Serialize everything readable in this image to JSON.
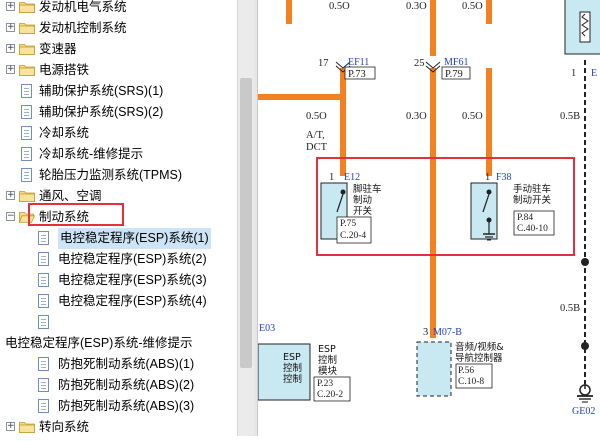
{
  "tree": {
    "items": [
      {
        "label": "发动机电气系统",
        "type": "folder"
      },
      {
        "label": "发动机控制系统",
        "type": "folder"
      },
      {
        "label": "变速器",
        "type": "folder"
      },
      {
        "label": "电源搭铁",
        "type": "folder"
      },
      {
        "label": "辅助保护系统(SRS)(1)",
        "type": "doc"
      },
      {
        "label": "辅助保护系统(SRS)(2)",
        "type": "doc"
      },
      {
        "label": "冷却系统",
        "type": "doc"
      },
      {
        "label": "冷却系统-维修提示",
        "type": "doc"
      },
      {
        "label": "轮胎压力监测系统(TPMS)",
        "type": "doc"
      },
      {
        "label": "通风、空调",
        "type": "folder"
      },
      {
        "label": "制动系统",
        "type": "folder-open"
      },
      {
        "label": "电控稳定程序(ESP)系统(1)",
        "type": "doc"
      },
      {
        "label": "电控稳定程序(ESP)系统(2)",
        "type": "doc"
      },
      {
        "label": "电控稳定程序(ESP)系统(3)",
        "type": "doc"
      },
      {
        "label": "电控稳定程序(ESP)系统(4)",
        "type": "doc"
      },
      {
        "label": "",
        "type": "doc"
      },
      {
        "label": "电控稳定程序(ESP)系统-维修提示",
        "type": "text"
      },
      {
        "label": "防抱死制动系统(ABS)(1)",
        "type": "doc"
      },
      {
        "label": "防抱死制动系统(ABS)(2)",
        "type": "doc"
      },
      {
        "label": "防抱死制动系统(ABS)(3)",
        "type": "doc"
      },
      {
        "label": "转向系统",
        "type": "folder"
      }
    ]
  },
  "diagram": {
    "wire_top_left": "0.5O",
    "wire_top_mid": "0.3O",
    "wire_top_right": "0.5O",
    "fuse_ef11_pin": "17",
    "fuse_ef11_id": "EF11",
    "fuse_ef11_page": "P.73",
    "fuse_mf61_pin": "25",
    "fuse_mf61_id": "MF61",
    "fuse_mf61_page": "P.79",
    "wire_mid_left": "0.5O",
    "wire_mid_mid": "0.3O",
    "wire_mid_right": "0.5O",
    "dct_note_1": "A/T,",
    "dct_note_2": "DCT",
    "e12_pin": "1",
    "e12_id": "E12",
    "e12_name_1": "脚驻车",
    "e12_name_2": "制动",
    "e12_name_3": "开关",
    "e12_page": "P.75",
    "e12_ref": "C.20-4",
    "f38_pin": "1",
    "f38_id": "F38",
    "f38_name_1": "手动驻车",
    "f38_name_2": "制动开关",
    "f38_page": "P.84",
    "f38_ref": "C.40-10",
    "e03_id": "E03",
    "esp_name_1": "ESP",
    "esp_name_2": "控制",
    "esp_name_3": "模块",
    "esp_page": "P.23",
    "esp_ref": "C.20-2",
    "m07_pin": "3",
    "m07_id": "M07-B",
    "m07_name_1": "音频/视频&",
    "m07_name_2": "导航控制器",
    "m07_page": "P.56",
    "m07_ref": "C.10-8",
    "right_pin": "1",
    "right_wire_1": "0.5B",
    "right_wire_2": "0.5B",
    "ground_id": "GE02",
    "edge_letter": "E"
  },
  "colors": {
    "wire_orange": "#f48120",
    "component_fill": "#c9e9f2",
    "connector_blue": "#1f3fbf",
    "highlight_red": "#e62f3c"
  }
}
